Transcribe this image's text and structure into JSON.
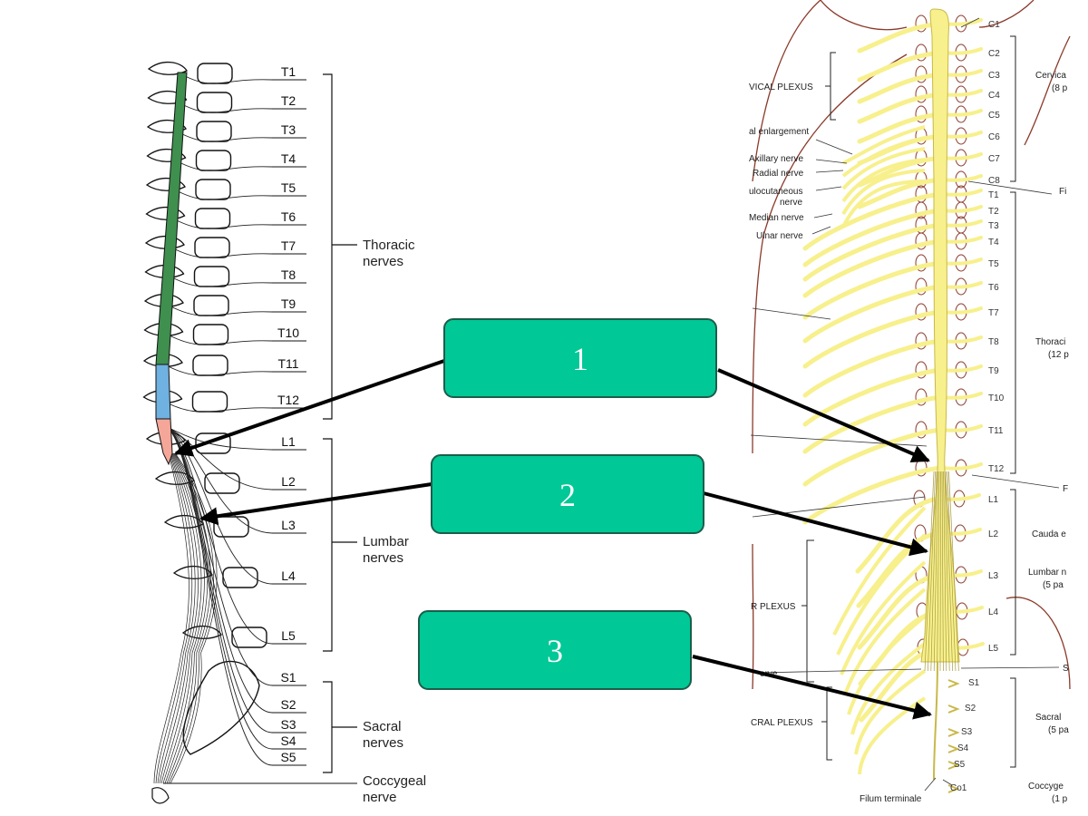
{
  "left_diagram": {
    "vertebra_labels": [
      "T1",
      "T2",
      "T3",
      "T4",
      "T5",
      "T6",
      "T7",
      "T8",
      "T9",
      "T10",
      "T11",
      "T12",
      "L1",
      "L2",
      "L3",
      "L4",
      "L5",
      "S1",
      "S2",
      "S3",
      "S4",
      "S5"
    ],
    "groups": {
      "thoracic": [
        "Thoracic",
        "nerves"
      ],
      "lumbar": [
        "Lumbar",
        "nerves"
      ],
      "sacral": [
        "Sacral",
        "nerves"
      ],
      "coccygeal": [
        "Coccygeal",
        "nerve"
      ]
    },
    "colors": {
      "thoracic_cord": "#3f8f4f",
      "lumbar_cord": "#6fb1e0",
      "sacral_cord": "#f4a799"
    }
  },
  "right_diagram": {
    "segment_labels": [
      "C1",
      "C2",
      "C3",
      "C4",
      "C5",
      "C6",
      "C7",
      "C8",
      "T1",
      "T2",
      "T3",
      "T4",
      "T5",
      "T6",
      "T7",
      "T8",
      "T9",
      "T10",
      "T11",
      "T12",
      "L1",
      "L2",
      "L3",
      "L4",
      "L5",
      "S1",
      "S2",
      "S3",
      "S4",
      "S5",
      "Co1"
    ],
    "left_labels": {
      "cervical_plexus": "VICAL PLEXUS",
      "enlargement": "al enlargement",
      "axillary": "Axillary nerve",
      "radial": "Radial nerve",
      "musculocutaneous_1": "ulocutaneous",
      "musculocutaneous_2": "nerve",
      "median": "Median nerve",
      "ulnar": "Ulnar nerve",
      "lumbar_plexus": "R PLEXUS",
      "sacral_plexus": "CRAL PLEXUS",
      "filum": "Filum terminale",
      "partial_nerve": "erve"
    },
    "right_labels": {
      "cervical_1": "Cervica",
      "cervical_2": "(8 p",
      "thoracic_1": "Thoraci",
      "thoracic_2": "(12 p",
      "cauda": "Cauda e",
      "lumbar_1": "Lumbar n",
      "lumbar_2": "(5 pa",
      "sacral_1": "Sacral",
      "sacral_2": "(5 pa",
      "coccygeal_1": "Coccyge",
      "coccygeal_2": "(1 p",
      "fi": "Fi",
      "f": "F",
      "s": "S"
    },
    "colors": {
      "nerve": "#f7f08c",
      "nerve_edge": "#c9b84a",
      "bone": "#8b3a2a"
    }
  },
  "callouts": [
    {
      "label": "1"
    },
    {
      "label": "2"
    },
    {
      "label": "3"
    }
  ],
  "callout_color": "#00c896"
}
